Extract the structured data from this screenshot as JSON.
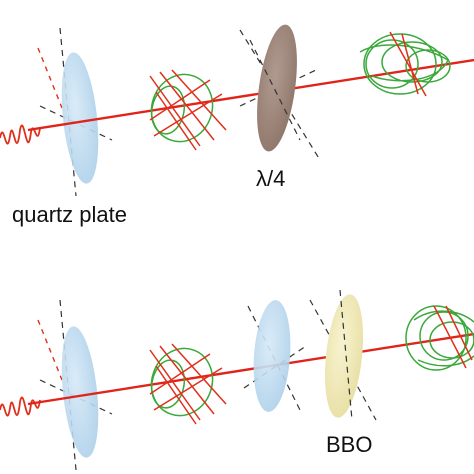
{
  "labels": {
    "quartz_plate": "quartz plate",
    "quarter_wave": "λ/4",
    "bbo": "BBO"
  },
  "colors": {
    "beam": "#e0241a",
    "field_red": "#e0301c",
    "field_green": "#3aa83a",
    "quartz_plate": "#b9d8ee",
    "quarter_wave_plate": "#9c8378",
    "bbo_crystal": "#efe9b4",
    "axis_dash": "#333333"
  }
}
